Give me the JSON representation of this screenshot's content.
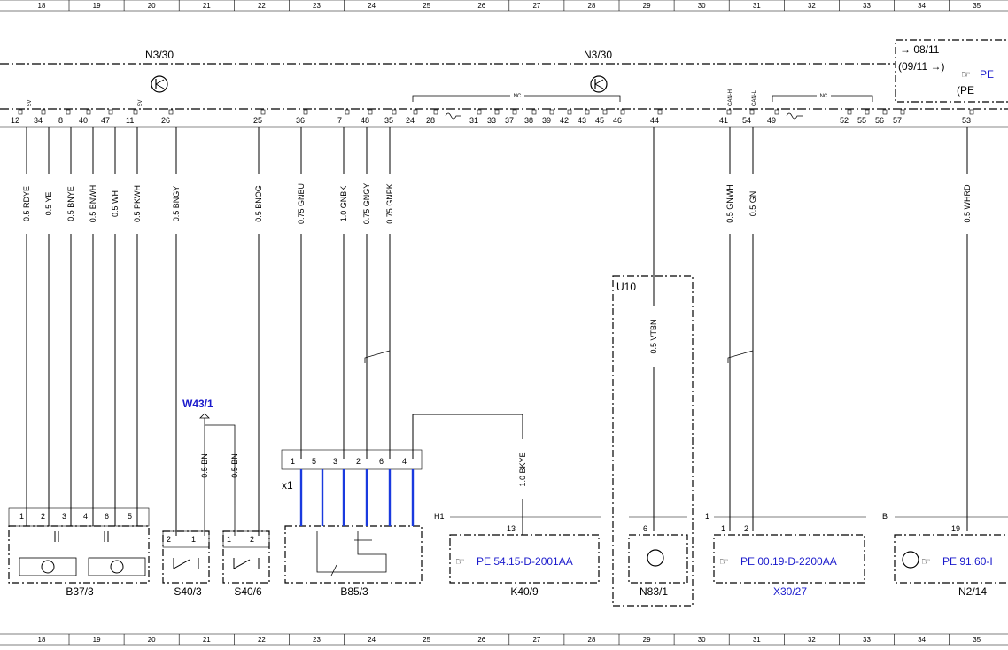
{
  "grid_columns": [
    "18",
    "19",
    "20",
    "21",
    "22",
    "23",
    "24",
    "25",
    "26",
    "27",
    "28",
    "29",
    "30",
    "31",
    "32",
    "33",
    "34",
    "35"
  ],
  "header": {
    "module_left": "N3/30",
    "module_right": "N3/30",
    "nc_label": "NC",
    "can_h": "CAN-H",
    "can_l": "CAN-L",
    "supply_5v": "5V",
    "date_range_start": "→ 08/11",
    "date_range_next": "(09/11 →)",
    "pe_ref_1": "PE",
    "pe_ref_2": "(PE"
  },
  "pins_top": [
    "12",
    "34",
    "8",
    "40",
    "47",
    "11",
    "26",
    "25",
    "36",
    "7",
    "48",
    "35",
    "24",
    "28",
    "31",
    "33",
    "37",
    "38",
    "39",
    "42",
    "43",
    "45",
    "46",
    "44",
    "41",
    "54",
    "49",
    "52",
    "55",
    "56",
    "57",
    "53"
  ],
  "wires": [
    {
      "label": "0.5 RDYE"
    },
    {
      "label": "0.5 YE"
    },
    {
      "label": "0.5 BNYE"
    },
    {
      "label": "0.5 BNWH"
    },
    {
      "label": "0.5 WH"
    },
    {
      "label": "0.5 PKWH"
    },
    {
      "label": "0.5 BNGY"
    },
    {
      "label": "0.5 BNOG"
    },
    {
      "label": "0.75 GNBU"
    },
    {
      "label": "1.0 GNBK"
    },
    {
      "label": "0.75 GNGY"
    },
    {
      "label": "0.75 GNPK"
    },
    {
      "label": "0.5 GNWH"
    },
    {
      "label": "0.5 GN"
    },
    {
      "label": "0.5 WHRD"
    },
    {
      "label": "0.5 VTBN"
    },
    {
      "label": "1.0 BKYE"
    },
    {
      "label": "0.5 BN"
    },
    {
      "label": "0.5 BN"
    }
  ],
  "components": {
    "b37_3": {
      "name": "B37/3",
      "pins": [
        "1",
        "2",
        "3",
        "4",
        "6",
        "5"
      ]
    },
    "s40_3": {
      "name": "S40/3",
      "pins": [
        "2",
        "1"
      ]
    },
    "s40_6": {
      "name": "S40/6",
      "pins": [
        "1",
        "2"
      ]
    },
    "b85_3": {
      "name": "B85/3",
      "pins": [
        "1",
        "5",
        "3",
        "2",
        "6",
        "4"
      ],
      "connector": "x1"
    },
    "k40_9": {
      "name": "K40/9",
      "pin": "13",
      "tag": "H1",
      "ref": "PE 54.15-D-2001AA"
    },
    "n83_1": {
      "name": "N83/1",
      "pin": "6"
    },
    "u10": {
      "name": "U10"
    },
    "x30_27": {
      "name": "X30/27",
      "tag": "1",
      "pins": [
        "1",
        "2"
      ],
      "ref": "PE 00.19-D-2200AA"
    },
    "n2_14": {
      "name": "N2/14",
      "tag": "B",
      "pin": "19",
      "ref": "PE 91.60-I"
    },
    "w43_1": {
      "name": "W43/1"
    }
  },
  "colors": {
    "ink": "#000000",
    "blue_wire": "#1a3adf",
    "link": "#1a1acc",
    "rule": "#888888"
  }
}
